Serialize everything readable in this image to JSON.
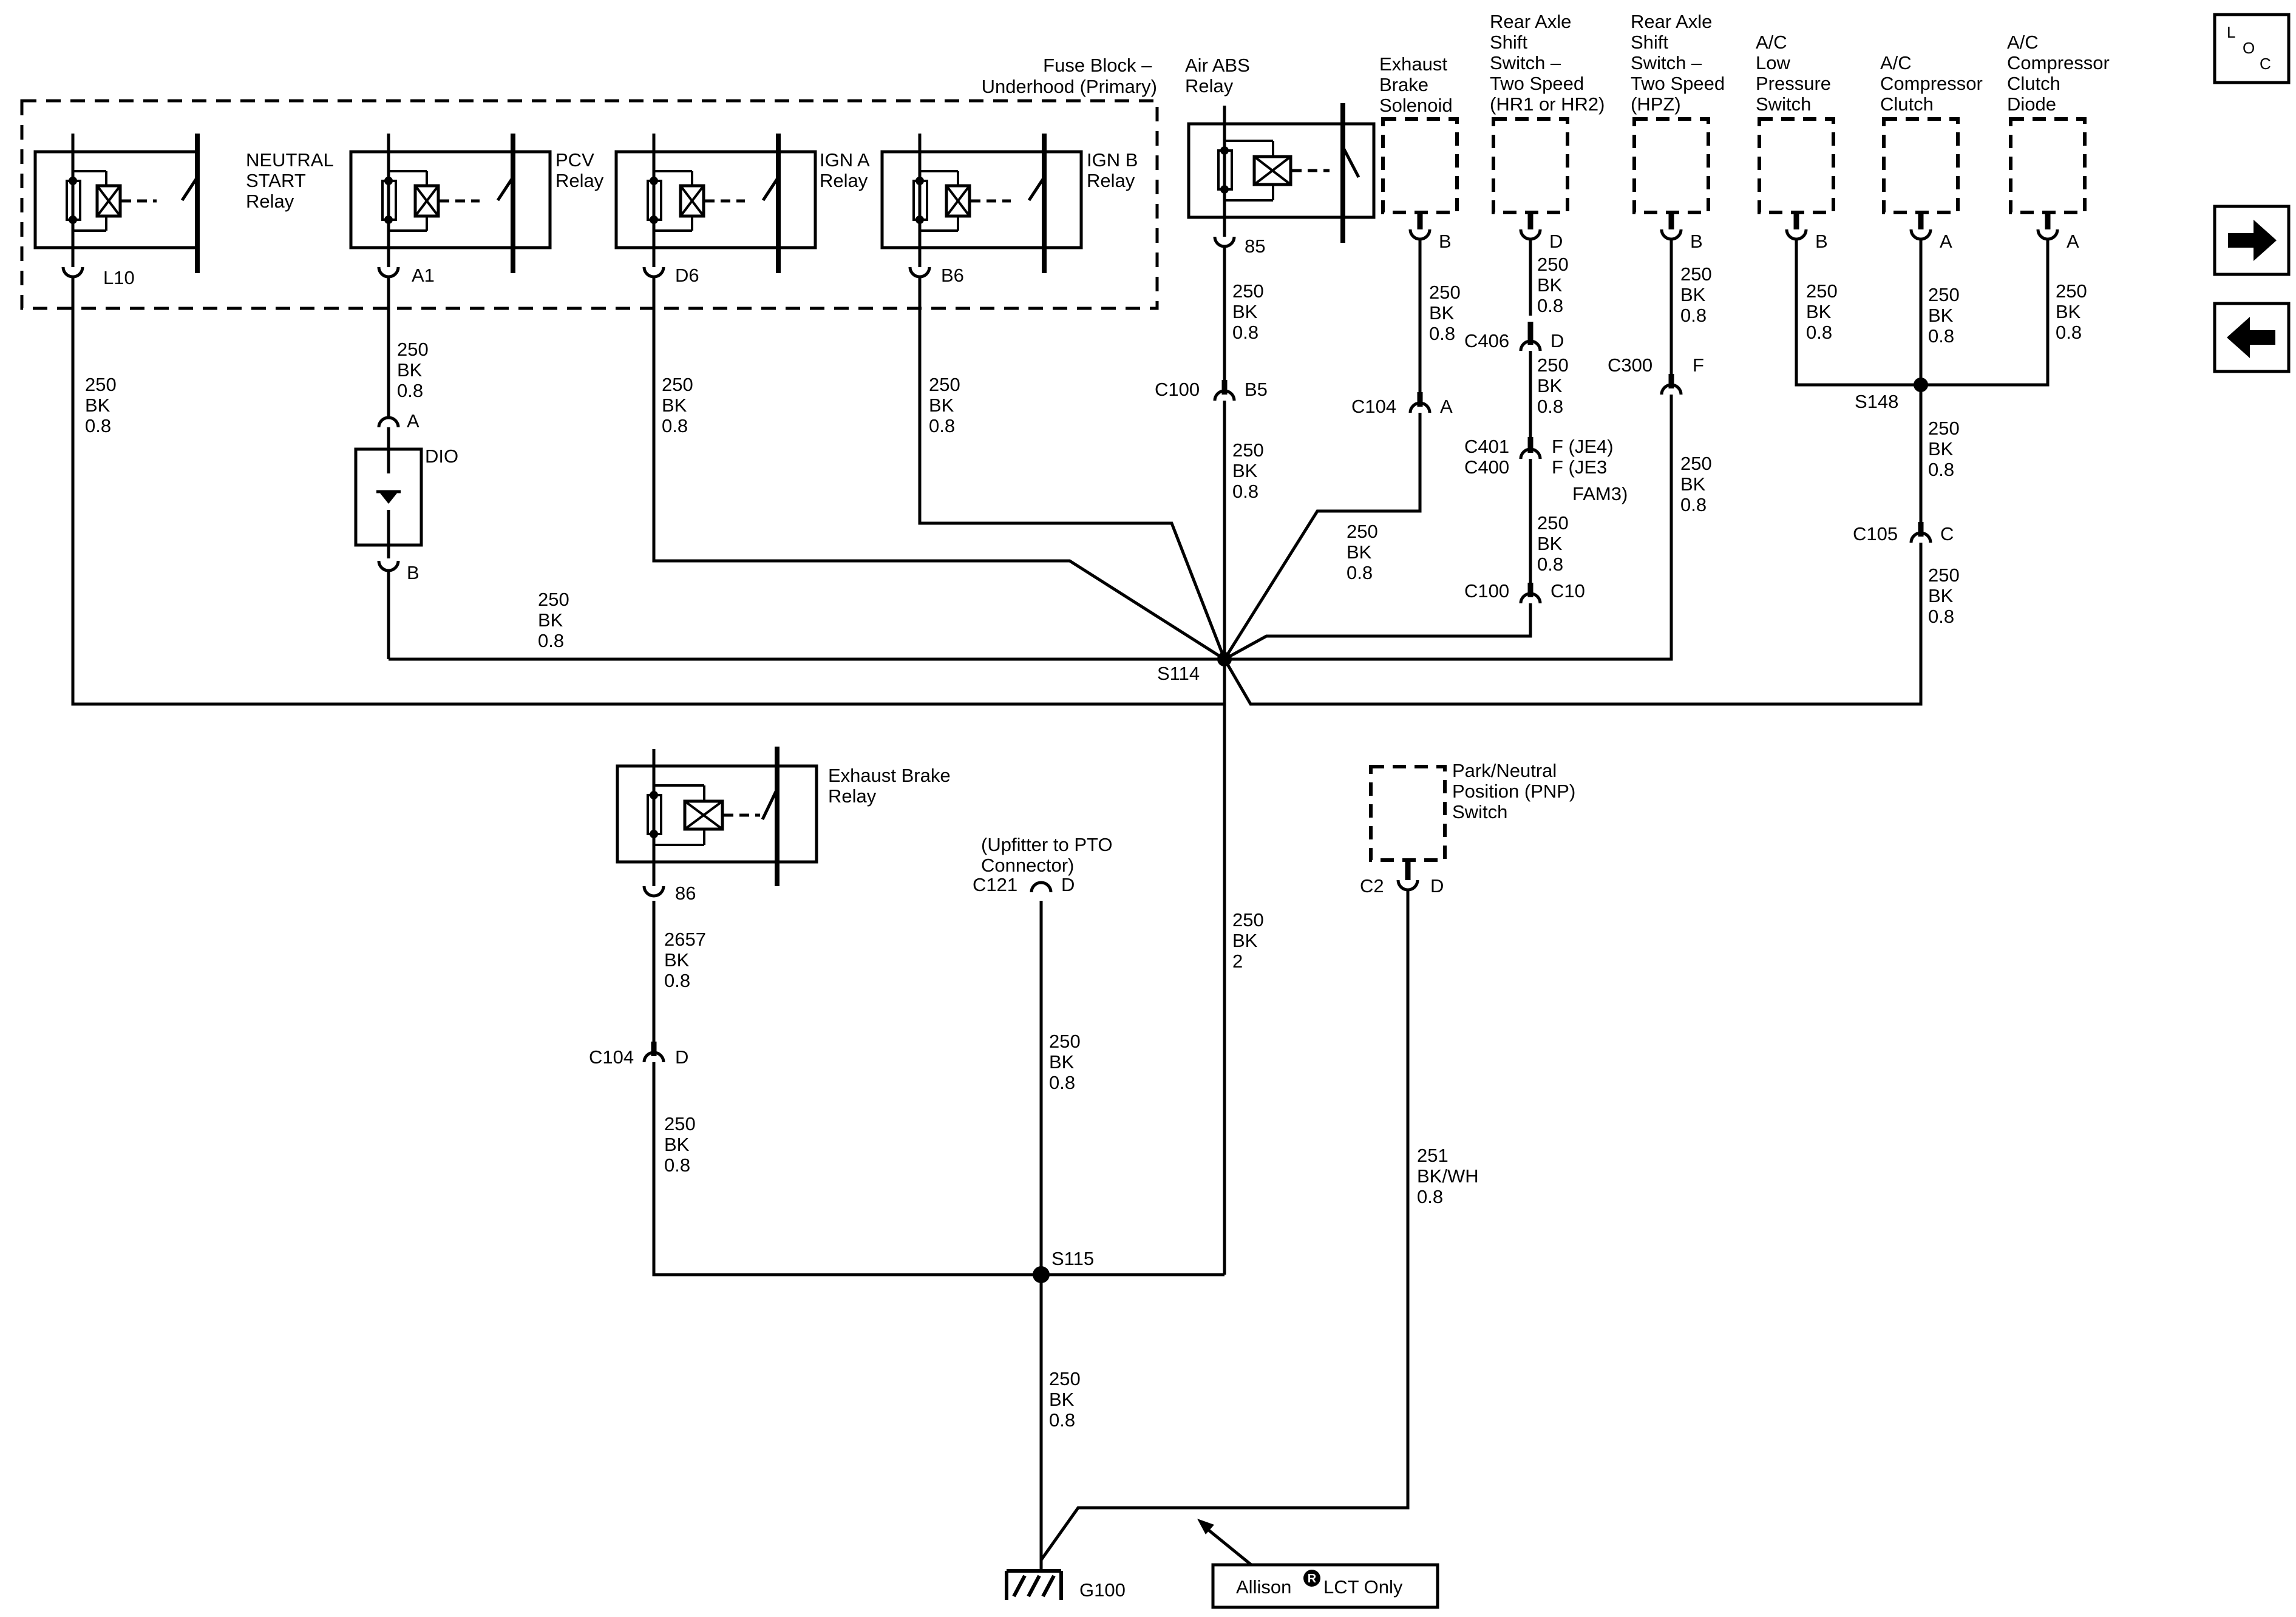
{
  "nav": {
    "loc_l": "L",
    "loc_o": "O",
    "loc_c": "C",
    "next_icon": "arrow-right",
    "prev_icon": "arrow-left"
  },
  "fuse_block": {
    "title": [
      "Fuse Block –",
      "Underhood (Primary)"
    ]
  },
  "relays": [
    {
      "label": [
        "NEUTRAL",
        "START",
        "Relay"
      ],
      "pin": "L10",
      "wire": [
        "250",
        "BK",
        "0.8"
      ]
    },
    {
      "label": [
        "PCV",
        "Relay"
      ],
      "pin": "A1",
      "wire": [
        "250",
        "BK",
        "0.8"
      ]
    },
    {
      "label": [
        "IGN A",
        "Relay"
      ],
      "pin": "D6",
      "wire": [
        "250",
        "BK",
        "0.8"
      ]
    },
    {
      "label": [
        "IGN B",
        "Relay"
      ],
      "pin": "B6",
      "wire": [
        "250",
        "BK",
        "0.8"
      ]
    }
  ],
  "diode": {
    "label": "DIO",
    "pin_top": "A",
    "pin_bottom": "B",
    "wire_out": [
      "250",
      "BK",
      "0.8"
    ]
  },
  "air_abs": {
    "label": [
      "Air ABS",
      "Relay"
    ],
    "pin": "85",
    "wire1": [
      "250",
      "BK",
      "0.8"
    ],
    "conn": "C100",
    "conn_pin": "B5",
    "wire2": [
      "250",
      "BK",
      "0.8"
    ]
  },
  "exhaust_sol": {
    "label": [
      "Exhaust",
      "Brake",
      "Solenoid"
    ],
    "pin": "B",
    "wire1": [
      "250",
      "BK",
      "0.8"
    ],
    "conn": "C104",
    "conn_pin": "A",
    "wire2": [
      "250",
      "BK",
      "0.8"
    ]
  },
  "rear_axle_1": {
    "label": [
      "Rear Axle",
      "Shift",
      "Switch –",
      "Two Speed",
      "(HR1 or HR2)"
    ],
    "pin": "D",
    "wire1": [
      "250",
      "BK",
      "0.8"
    ],
    "conn1": "C406",
    "conn1_pin": "D",
    "wire2": [
      "250",
      "BK",
      "0.8"
    ],
    "conn2a": "C401",
    "conn2b": "C400",
    "conn2_pin_a": "F (JE4)",
    "conn2_pin_b": "F (JE3",
    "conn2_pin_c": "FAM3)",
    "wire3": [
      "250",
      "BK",
      "0.8"
    ],
    "conn3": "C100",
    "conn3_pin": "C10"
  },
  "rear_axle_2": {
    "label": [
      "Rear Axle",
      "Shift",
      "Switch –",
      "Two Speed",
      "(HPZ)"
    ],
    "pin": "B",
    "wire1": [
      "250",
      "BK",
      "0.8"
    ],
    "conn": "C300",
    "conn_pin": "F",
    "wire2": [
      "250",
      "BK",
      "0.8"
    ]
  },
  "ac_low": {
    "label": [
      "A/C",
      "Low",
      "Pressure",
      "Switch"
    ],
    "pin": "B",
    "wire": [
      "250",
      "BK",
      "0.8"
    ]
  },
  "ac_clutch": {
    "label": [
      "A/C",
      "Compressor",
      "Clutch"
    ],
    "pin": "A",
    "wire": [
      "250",
      "BK",
      "0.8"
    ]
  },
  "ac_diode": {
    "label": [
      "A/C",
      "Compressor",
      "Clutch",
      "Diode"
    ],
    "pin": "A",
    "wire": [
      "250",
      "BK",
      "0.8"
    ]
  },
  "s148": {
    "label": "S148",
    "wire1": [
      "250",
      "BK",
      "0.8"
    ],
    "conn": "C105",
    "conn_pin": "C",
    "wire2": [
      "250",
      "BK",
      "0.8"
    ]
  },
  "s114": {
    "label": "S114",
    "wire_down": [
      "250",
      "BK",
      "2"
    ]
  },
  "exhaust_relay": {
    "label": [
      "Exhaust Brake",
      "Relay"
    ],
    "pin": "86",
    "wire1": [
      "2657",
      "BK",
      "0.8"
    ],
    "conn": "C104",
    "conn_pin": "D",
    "wire2": [
      "250",
      "BK",
      "0.8"
    ]
  },
  "pto": {
    "label": [
      "(Upfitter to PTO",
      "Connector)"
    ],
    "conn": "C121",
    "conn_pin": "D",
    "wire": [
      "250",
      "BK",
      "0.8"
    ]
  },
  "pnp": {
    "label": [
      "Park/Neutral",
      "Position (PNP)",
      "Switch"
    ],
    "conn": "C2",
    "conn_pin": "D",
    "wire": [
      "251",
      "BK/WH",
      "0.8"
    ]
  },
  "s115": {
    "label": "S115",
    "wire": [
      "250",
      "BK",
      "0.8"
    ]
  },
  "ground": {
    "label": "G100"
  },
  "note": {
    "text1": "Allison",
    "reg": "R",
    "text2": "LCT Only"
  }
}
